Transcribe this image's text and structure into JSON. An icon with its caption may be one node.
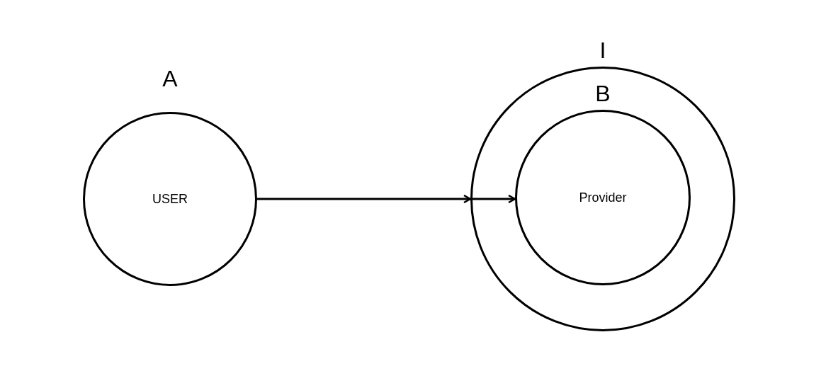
{
  "diagram": {
    "nodes": [
      {
        "text": [
          "A",
          "USER"
        ]
      },
      {
        "text": [
          "I"
        ]
      },
      {
        "text": [
          "B",
          "Provider"
        ],
        "in": 1
      }
    ],
    "edges": [
      {
        "from": 0,
        "to": 1,
        "arrow": "to"
      },
      {
        "from": 1,
        "to": 2,
        "arrow": "to"
      }
    ]
  }
}
